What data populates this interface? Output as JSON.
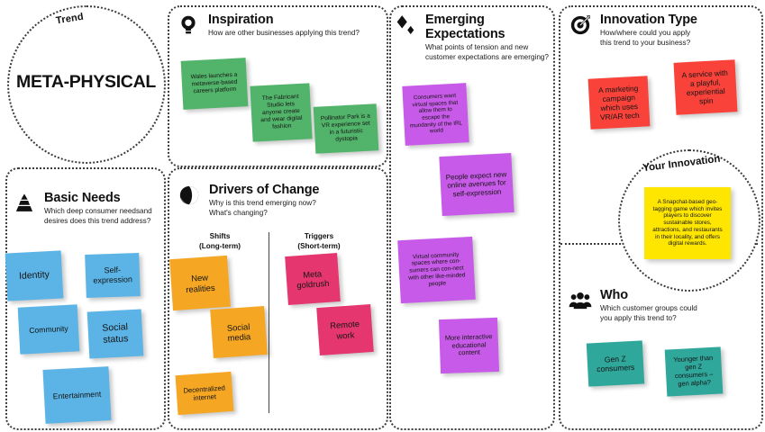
{
  "board": {
    "trend": {
      "eyebrow": "Trend",
      "name": "META-PHYSICAL"
    },
    "your_innovation": {
      "label": "Your Innovation",
      "note": {
        "text": "A Snapchat-based geo-tagging game which invites players to discover sustainable stores, attractions, and restaurants in their locality, and offers digital rewards.",
        "color": "#FFE600"
      }
    }
  },
  "sections": {
    "inspiration": {
      "icon": "lightbulb-icon",
      "title": "Inspiration",
      "subtitle": "How are other businesses applying this trend?",
      "color": "#52B46A",
      "notes": [
        {
          "text": "Wales launches a metaverse-based careers platform"
        },
        {
          "text": "The Fabricant Studio lets anyone create and wear digital fashion"
        },
        {
          "text": "Pollinator Park is a VR experience set in a futuristic dystopia"
        }
      ]
    },
    "emerging_expectations": {
      "icon": "sparkle-diamonds-icon",
      "title_line1": "Emerging",
      "title_line2": "Expectations",
      "subtitle": "What points of tension and new customer expectations are emerging?",
      "color": "#C75AE8",
      "notes": [
        {
          "text": "Consumers want virtual spaces that allow them to escape the mundanity of the IRL world"
        },
        {
          "text": "People expect new  online avenues for self-expression"
        },
        {
          "text": "Virtual community spaces where con-sumers can con-nect with other like-minded people"
        },
        {
          "text": "More interactive educational content"
        }
      ]
    },
    "basic_needs": {
      "icon": "pyramid-icon",
      "title": "Basic Needs",
      "subtitle": "Which deep consumer needsand desires does this trend address?",
      "color": "#5BB4E5",
      "notes": [
        {
          "text": "Identity"
        },
        {
          "text": "Self-expression"
        },
        {
          "text": "Community"
        },
        {
          "text": "Social status"
        },
        {
          "text": "Entertainment"
        }
      ]
    },
    "drivers_of_change": {
      "icon": "globe-icon",
      "title": "Drivers of Change",
      "subtitle_line1": "Why is this trend emerging now?",
      "subtitle_line2": "What's changing?",
      "columns": [
        {
          "heading_line1": "Shifts",
          "heading_line2": "(Long-term)",
          "color": "#F5A623"
        },
        {
          "heading_line1": "Triggers",
          "heading_line2": "(Short-term)",
          "color": "#E5366F"
        }
      ],
      "shift_notes": [
        {
          "text": "New realities"
        },
        {
          "text": "Social media"
        },
        {
          "text": "Decentralized internet"
        }
      ],
      "trigger_notes": [
        {
          "text": "Meta goldrush"
        },
        {
          "text": "Remote work"
        }
      ]
    },
    "innovation_type": {
      "icon": "target-icon",
      "title": "Innovation Type",
      "subtitle_line1": "How/where could you apply",
      "subtitle_line2": "this trend to your business?",
      "color": "#F9423A",
      "notes": [
        {
          "text": "A marketing campaign which uses VR/AR tech"
        },
        {
          "text": "A service with a playful, experiential spin"
        }
      ]
    },
    "who": {
      "icon": "people-group-icon",
      "title": "Who",
      "subtitle_line1": "Which customer groups could",
      "subtitle_line2": "you apply this trend to?",
      "color": "#2FA79B",
      "notes": [
        {
          "text": "Gen Z consumers"
        },
        {
          "text": "Younger than gen Z consumers – gen alpha?"
        }
      ]
    }
  }
}
